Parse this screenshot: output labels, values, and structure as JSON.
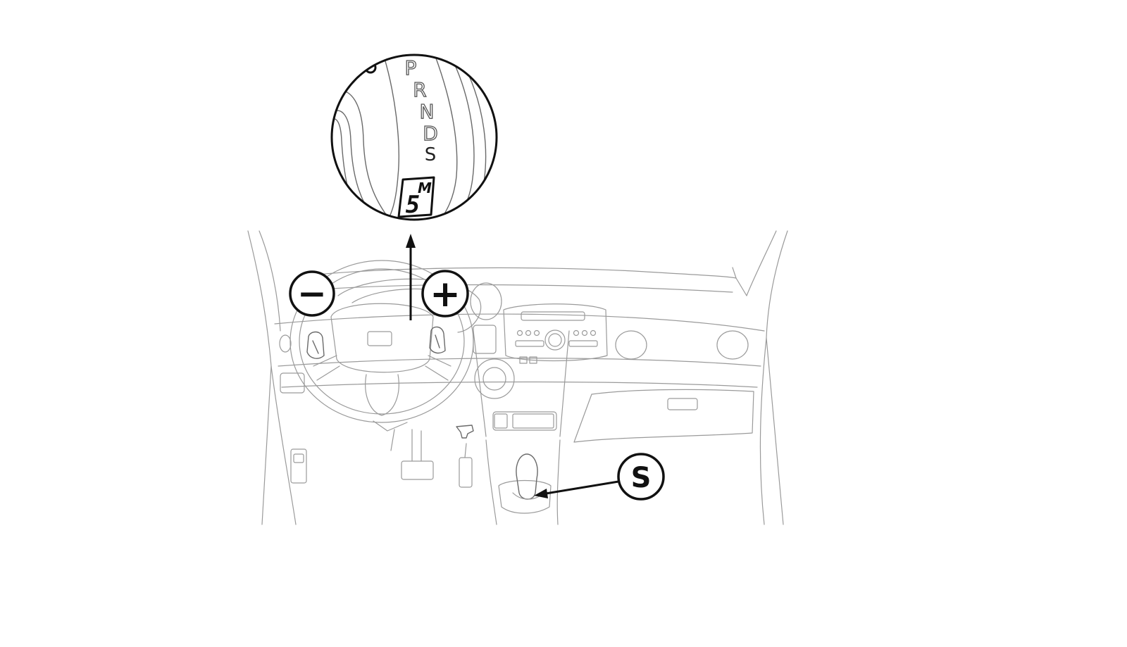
{
  "gear_indicator": {
    "positions": [
      "P",
      "R",
      "N",
      "D",
      "S"
    ],
    "mode_letter": "M",
    "digit": "5"
  },
  "callouts": {
    "minus": "−",
    "plus": "+",
    "select": "S"
  }
}
